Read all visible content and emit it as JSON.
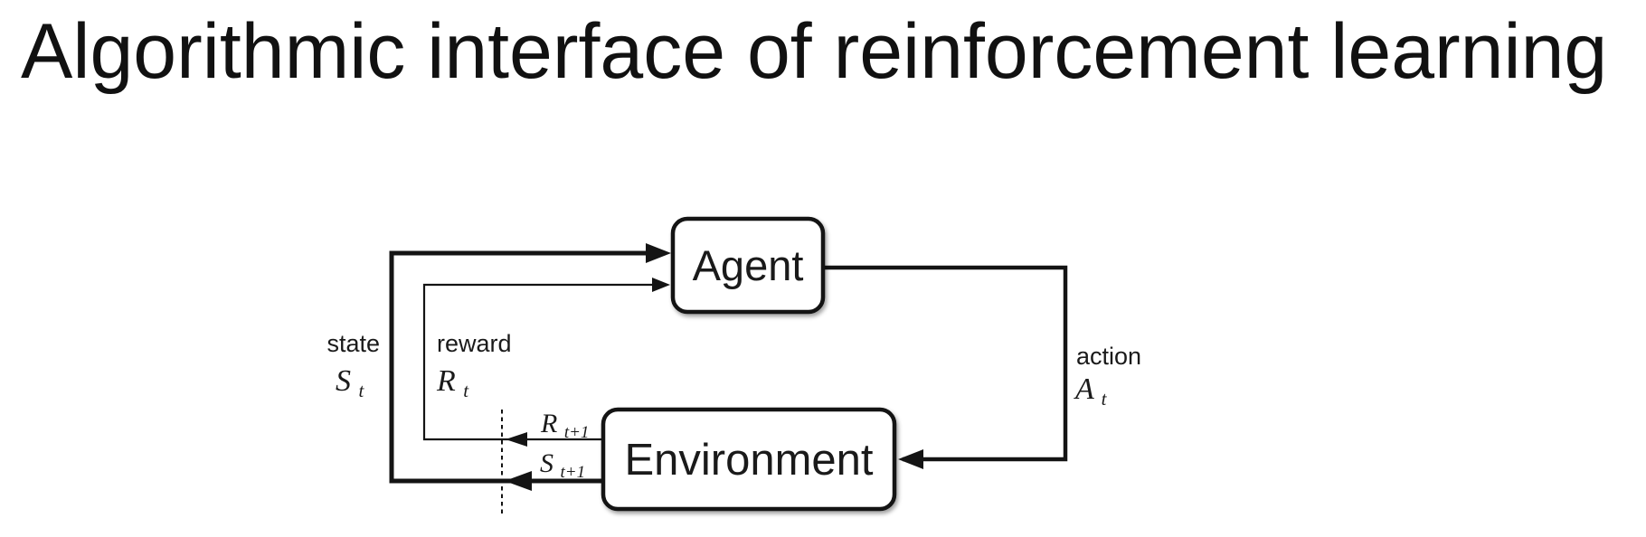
{
  "title": "Algorithmic interface of reinforcement learning",
  "diagram": {
    "agent": {
      "label": "Agent"
    },
    "environment": {
      "label": "Environment"
    },
    "state": {
      "word": "state",
      "sym": "S",
      "sub": "t"
    },
    "reward": {
      "word": "reward",
      "sym": "R",
      "sub": "t"
    },
    "action": {
      "word": "action",
      "sym": "A",
      "sub": "t"
    },
    "next_reward": {
      "sym": "R",
      "sub": "t+1"
    },
    "next_state": {
      "sym": "S",
      "sub": "t+1"
    }
  },
  "colors": {
    "ink": "#141414",
    "text": "#1a1a1a",
    "background": "#ffffff"
  }
}
